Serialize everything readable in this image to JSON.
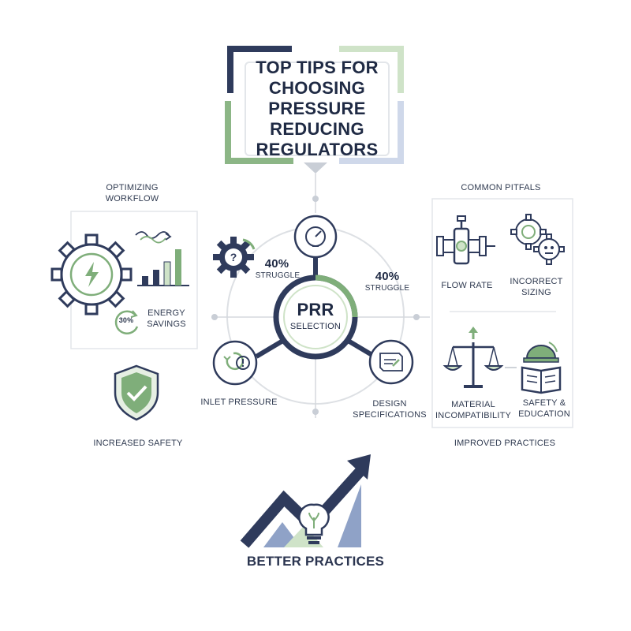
{
  "title": "TOP TIPS FOR\nCHOOSING\nPRESSURE REDUCING\nREGULATORS",
  "colors": {
    "navy": "#2f3b5c",
    "green": "#7fae7a",
    "light_green": "#cfe3c8",
    "gray_line": "#d5d8dd"
  },
  "hub": {
    "line1": "PRR",
    "line2": "SELECTION"
  },
  "stats": {
    "left_value": "40%",
    "left_label": "STRUGGLE",
    "right_value": "40%",
    "right_label": "STRUGGLE"
  },
  "nodes": {
    "inlet_pressure": "INLET PRESSURE",
    "design_specifications": "DESIGN\nSPECIFICATIONS"
  },
  "left_panel": {
    "heading": "OPTIMIZING\nWORKFLOW",
    "badge": "30%",
    "energy_label": "ENERGY\nSAVINGS",
    "safety_label": "INCREASED SAFETY"
  },
  "right_panel": {
    "heading": "COMMON PITFALS",
    "flow_rate": "FLOW RATE",
    "incorrect_sizing": "INCORRECT\nSIZING",
    "material": "MATERIAL\nINCOMPATIBILITY",
    "safety_education": "SAFETY &\nEDUCATION",
    "footer": "IMPROVED PRACTICES"
  },
  "bottom": {
    "label": "BETTER PRACTICES"
  },
  "icons": [
    "gauge-icon",
    "gear-question-icon",
    "gear-lightning-icon",
    "bar-chart-icon",
    "refresh-arrow-icon",
    "shield-check-icon",
    "inlet-alert-icon",
    "blueprint-icon",
    "pipe-valve-icon",
    "gears-icon",
    "scale-icon",
    "hard-hat-book-icon",
    "lightbulb-icon",
    "growth-arrow-icon"
  ]
}
